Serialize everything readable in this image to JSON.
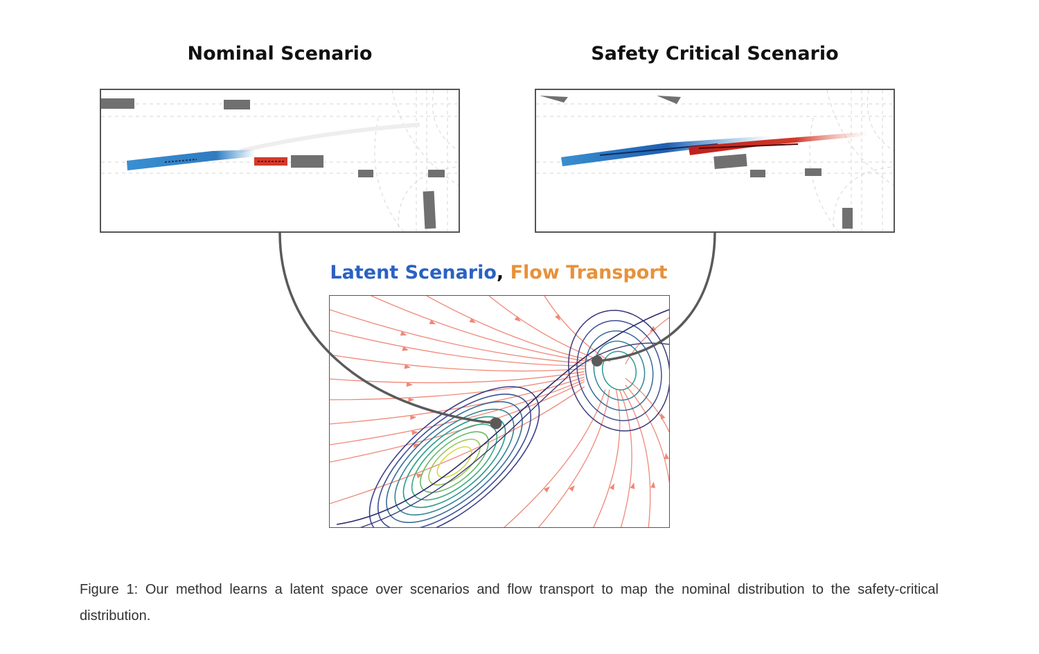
{
  "panels": {
    "nominal_title": "Nominal Scenario",
    "critical_title": "Safety Critical Scenario"
  },
  "latent": {
    "title_part1": "Latent Scenario",
    "separator": ",",
    "title_part2": " Flow Transport",
    "color_latent": "#2a62c4",
    "color_flow": "#e8913a"
  },
  "colors": {
    "ego": "#3a8fd0",
    "adversary": "#d23a2a",
    "obstacle": "#707070",
    "streamline": "#ef8878",
    "connector": "#5a5a5a"
  },
  "caption": "Figure 1: Our method learns a latent space over scenarios and flow transport to map the nominal distribution to the safety-critical distribution."
}
